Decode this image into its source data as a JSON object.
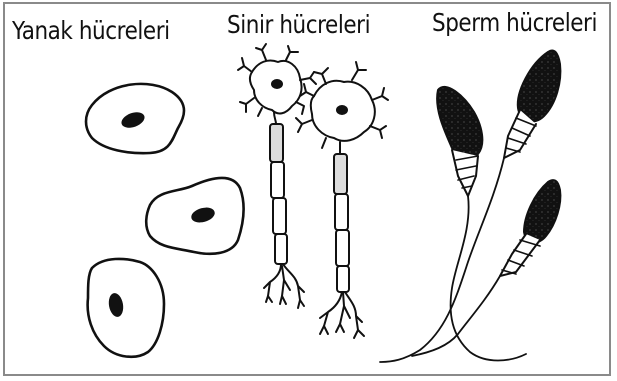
{
  "labels": {
    "cheek_cells": "Yanak hücreleri",
    "nerve_cells": "Sinir hücreleri",
    "sperm_cells": "Sperm hücreleri"
  },
  "colors": {
    "ink": "#111111",
    "frame": "#8a8a8a",
    "background": "#ffffff"
  }
}
